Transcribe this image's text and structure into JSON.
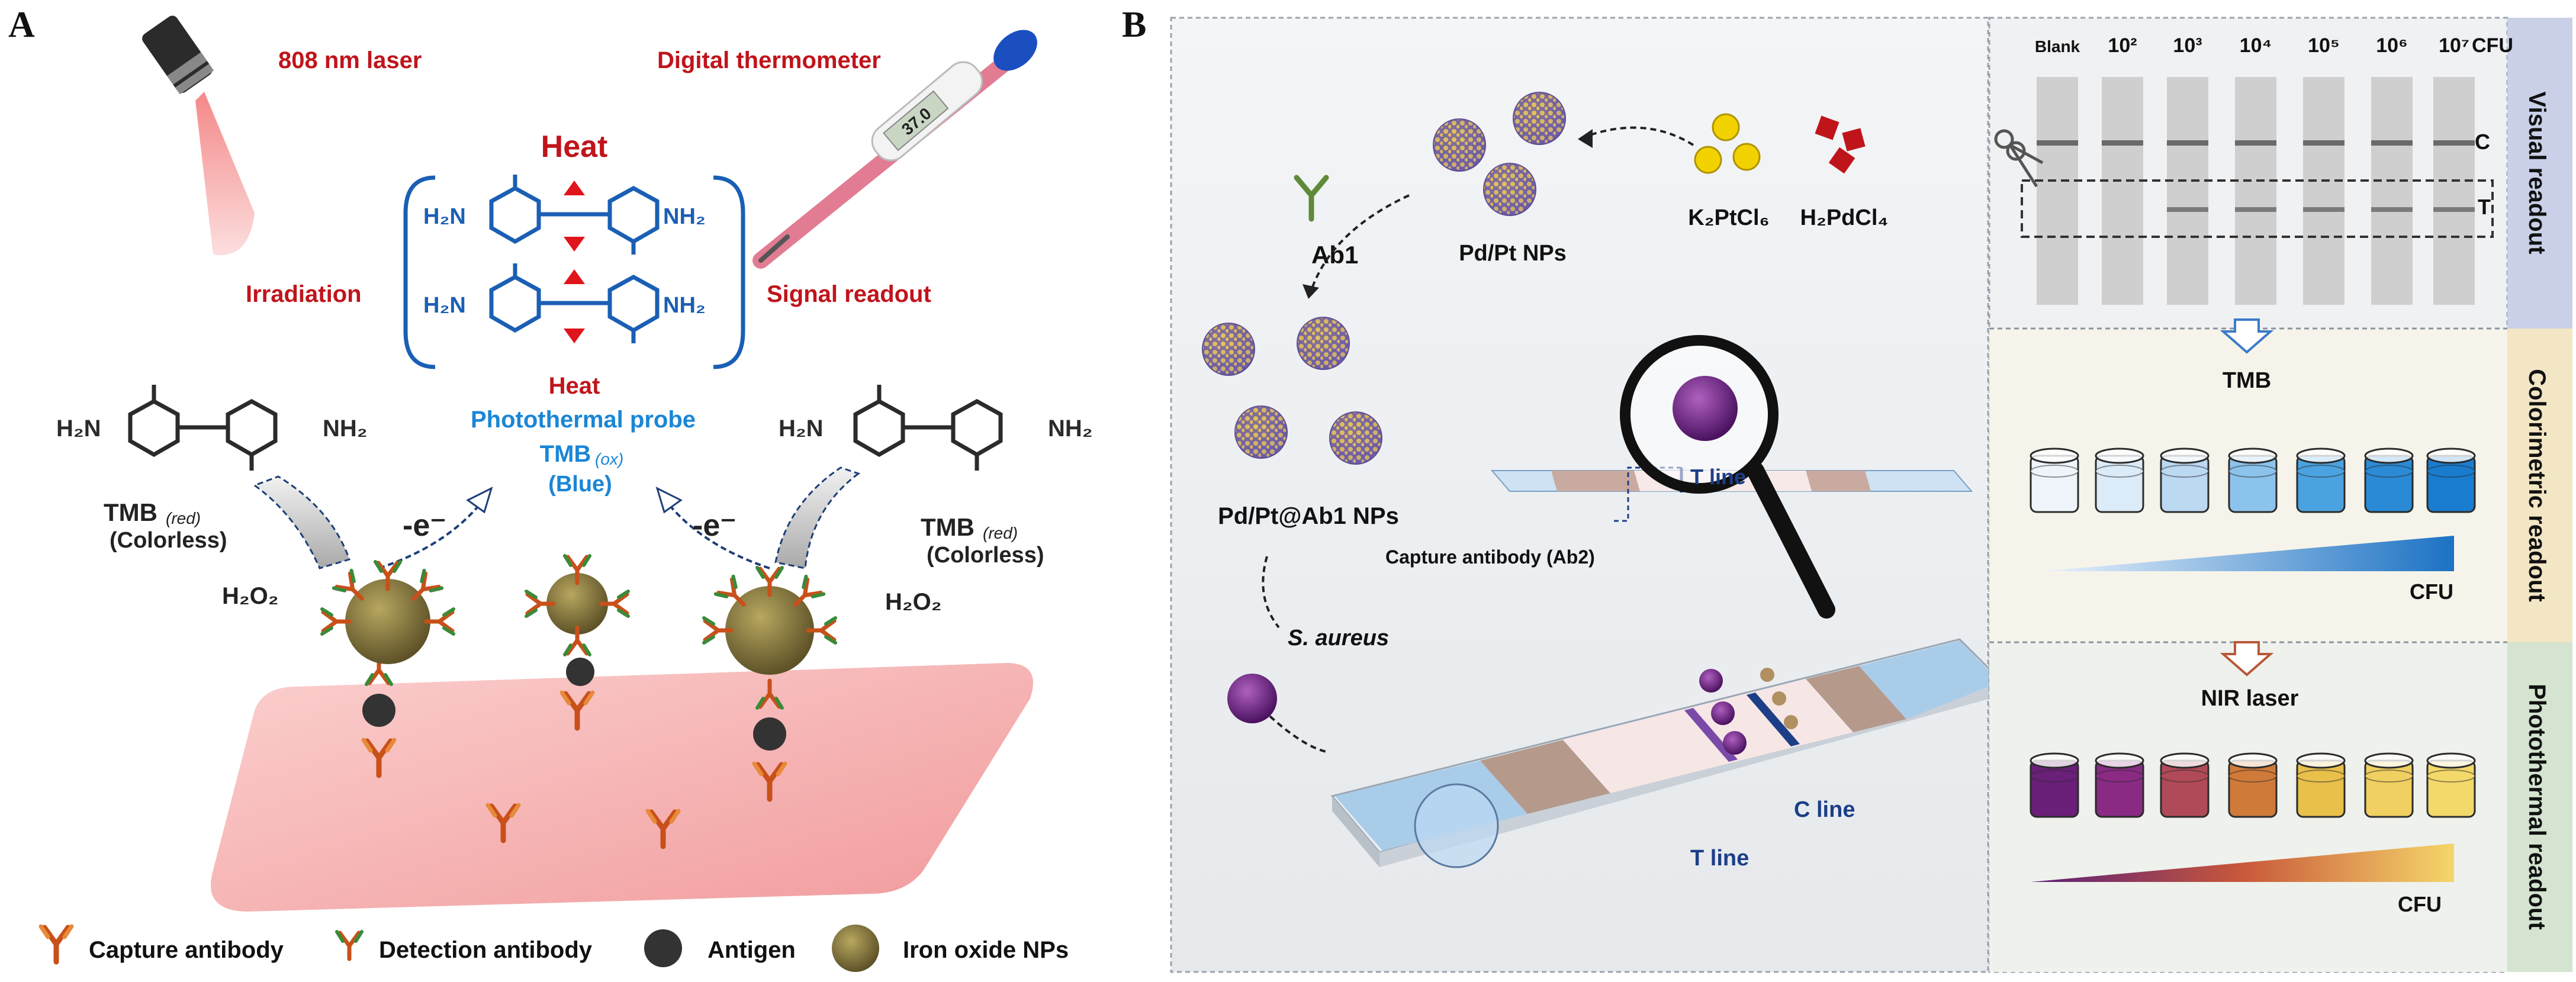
{
  "panelA": {
    "label": "A",
    "laser": "808 nm laser",
    "irradiation": "Irradiation",
    "thermometer": "Digital thermometer",
    "thermometer_display": "37.0",
    "signal_readout": "Signal readout",
    "heat_top": "Heat",
    "heat_bottom": "Heat",
    "amine_left": "H₂N",
    "amine_right": "NH₂",
    "probe": "Photothermal probe",
    "tmb_ox": "TMB",
    "tmb_ox_sub": "(ox)",
    "tmb_ox_color": "(Blue)",
    "tmb_red": "TMB",
    "tmb_red_sub": "(red)",
    "colorless": "(Colorless)",
    "electron": "-e⁻",
    "h2o2": "H₂O₂",
    "legend": {
      "capture": "Capture antibody",
      "detection": "Detection antibody",
      "antigen": "Antigen",
      "np": "Iron oxide NPs"
    },
    "colors": {
      "title_red": "#c0141b",
      "blue": "#1a5fb4",
      "np": "#8a7a3c",
      "capture": "#c8501a",
      "detection_green": "#3a8a3a"
    }
  },
  "panelB": {
    "label": "B",
    "ab1": "Ab1",
    "pdpt": "Pd/Pt NPs",
    "k2ptcl6": "K₂PtCl₆",
    "h2pdcl4": "H₂PdCl₄",
    "pdpt_ab1": "Pd/Pt@Ab1 NPs",
    "capture_ab2": "Capture antibody (Ab2)",
    "s_aureus": "S. aureus",
    "t_line": "T line",
    "t_line_zoom": "T line",
    "c_line": "C line"
  },
  "readout": {
    "strip_labels": [
      "Blank",
      "10²",
      "10³",
      "10⁴",
      "10⁵",
      "10⁶",
      "10⁷"
    ],
    "cfu": "CFU",
    "c_label": "C",
    "t_label": "T",
    "t_line_visible": [
      false,
      false,
      true,
      true,
      true,
      true,
      true
    ],
    "tmb": "TMB",
    "cfu_colorimetric": "CFU",
    "nir": "NIR laser",
    "cfu_photothermal": "CFU",
    "side_visual": "Visual readout",
    "side_colorimetric": "Colorimetric readout",
    "side_photothermal": "Photothermal readout",
    "colorimetric_colors": [
      "#eef4fa",
      "#dcebf8",
      "#bcd9f2",
      "#8cc3ec",
      "#4aa3e0",
      "#2a8ad6",
      "#1a7ccf"
    ],
    "photothermal_colors": [
      "#6a1f78",
      "#8a2a84",
      "#b04a58",
      "#d07a3a",
      "#e8c04a",
      "#f0d060",
      "#f3d86a"
    ]
  }
}
